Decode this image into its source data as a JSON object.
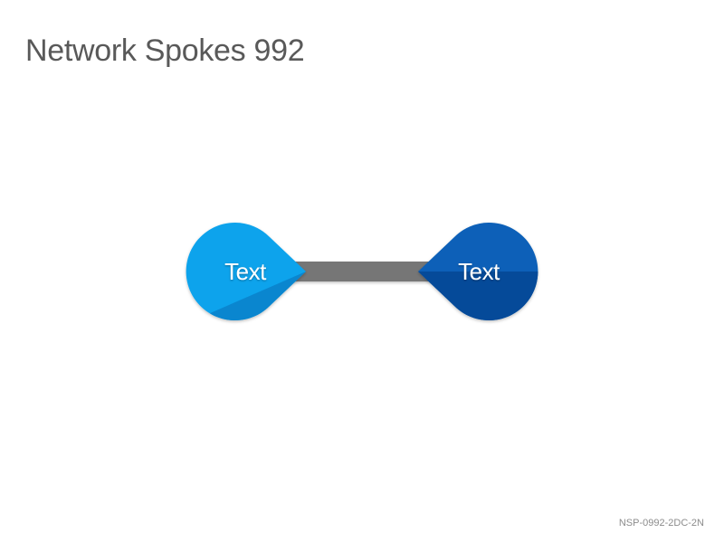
{
  "slide": {
    "title": "Network Spokes 992",
    "code": "NSP-0992-2DC-2N"
  },
  "nodes": [
    {
      "id": "left",
      "label": "Text",
      "color": "#0ba3ec",
      "shade": "#0a86cf"
    },
    {
      "id": "right",
      "label": "Text",
      "color": "#0860b8",
      "shade": "#054a99"
    }
  ],
  "connector": {
    "color": "#767676"
  }
}
